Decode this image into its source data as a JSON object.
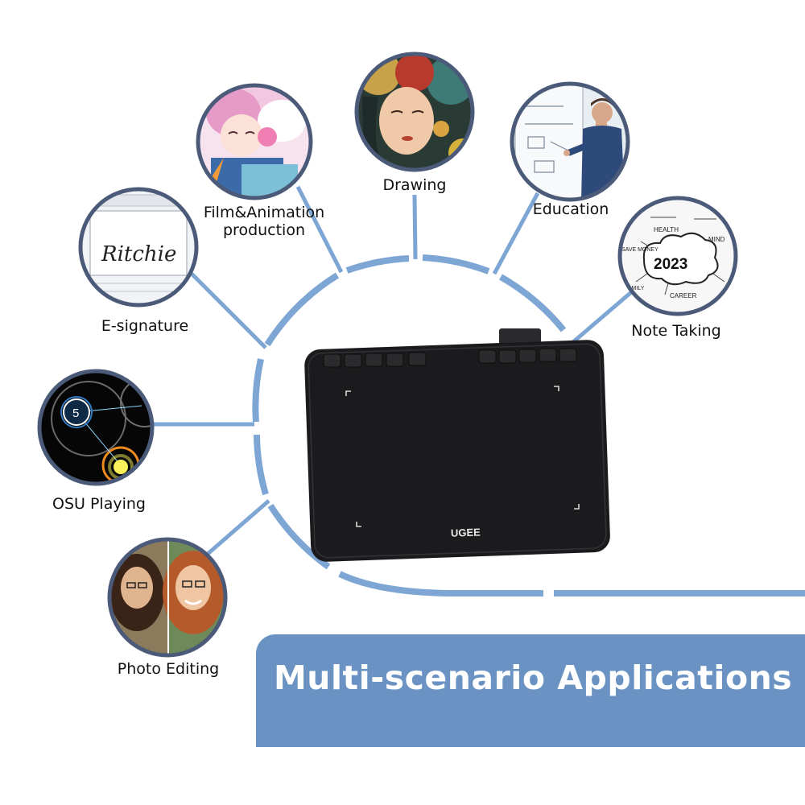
{
  "scenarios": [
    {
      "label": "Film&Animation\nproduction",
      "icon": "anime-girl-headphones-icon"
    },
    {
      "label": "Drawing",
      "icon": "painted-portrait-icon"
    },
    {
      "label": "Education",
      "icon": "teacher-whiteboard-icon"
    },
    {
      "label": "E-signature",
      "icon": "handwritten-signature-icon"
    },
    {
      "label": "Note Taking",
      "icon": "mind-map-notes-icon"
    },
    {
      "label": "OSU Playing",
      "icon": "rhythm-game-circle-icon"
    },
    {
      "label": "Photo Editing",
      "icon": "portrait-photo-icon"
    }
  ],
  "signature_text": "Ritchie",
  "notes_year": "2023",
  "notes_words": [
    "HEALTH",
    "MIND",
    "SAVE MONEY",
    "CAREER",
    "FAMILY"
  ],
  "osu_number": "5",
  "tablet": {
    "brand": "UGEE",
    "shortcut_keys": 10
  },
  "banner": {
    "title": "Multi-scenario Applications"
  },
  "colors": {
    "accent": "#7ea6d4",
    "banner": "#6a93c3",
    "ring": "#4a5a78",
    "tablet": "#1b1b1d"
  }
}
